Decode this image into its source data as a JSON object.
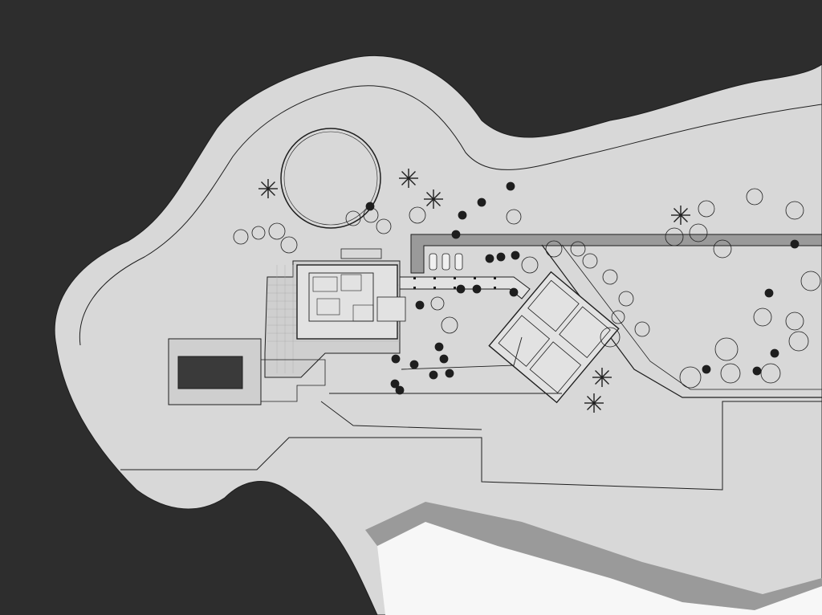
{
  "drawing": {
    "kind": "architectural site plan",
    "colors": {
      "water": "#2d2d2d",
      "land": "#d8d8d8",
      "driveway": "#9a9a9a",
      "terrace": "#cfcfcf",
      "pool": "#3a3a3a",
      "building_fill": "#e2e2e2",
      "shore_white": "#f7f7f7",
      "line": "#1e1e1e"
    },
    "elements": [
      {
        "id": "island",
        "label": ""
      },
      {
        "id": "helipad-circle",
        "label": ""
      },
      {
        "id": "swimming-pool",
        "label": ""
      },
      {
        "id": "main-house",
        "label": ""
      },
      {
        "id": "guest-wing",
        "label": ""
      },
      {
        "id": "covered-walkway",
        "label": ""
      },
      {
        "id": "driveway",
        "label": ""
      },
      {
        "id": "parking-cars",
        "count": 3
      }
    ]
  }
}
